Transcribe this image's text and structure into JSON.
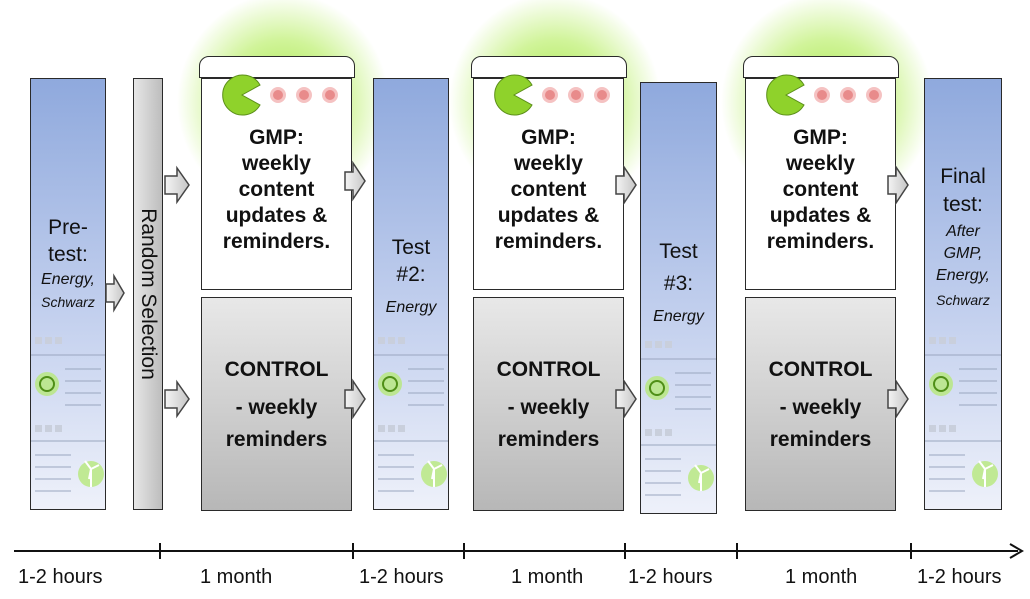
{
  "columns": {
    "pretest": {
      "line1": "Pre-",
      "line2": "test:",
      "line3": "Energy,",
      "line4": "Schwarz"
    },
    "random": {
      "label": "Random Selection"
    },
    "test2": {
      "line1": "Test",
      "line2": "#2:",
      "line3": "Energy"
    },
    "test3": {
      "line1": "Test",
      "line2": "#3:",
      "line3": "Energy"
    },
    "final": {
      "line1": "Final",
      "line2": "test:",
      "line3": "After",
      "line4": "GMP,",
      "line5": "Energy,",
      "line6": "Schwarz"
    }
  },
  "gmp": {
    "line1": "GMP:",
    "line2": "weekly",
    "line3": "content",
    "line4": "updates &",
    "line5": "reminders."
  },
  "control": {
    "line1": "CONTROL",
    "line2": "- weekly",
    "line3": "reminders"
  },
  "timeline": [
    "1-2 hours",
    "1 month",
    "1-2 hours",
    "1 month",
    "1-2 hours",
    "1 month",
    "1-2 hours"
  ],
  "colors": {
    "test_top": "#8fa9dd",
    "glow": "#96e128",
    "pacman": "#8fd22b",
    "control_top": "#e8e8e8"
  },
  "icons": [
    "pacman-icon",
    "energy-dot-icon",
    "recycle-icon",
    "wind-turbine-icon",
    "arrow-right-icon"
  ]
}
